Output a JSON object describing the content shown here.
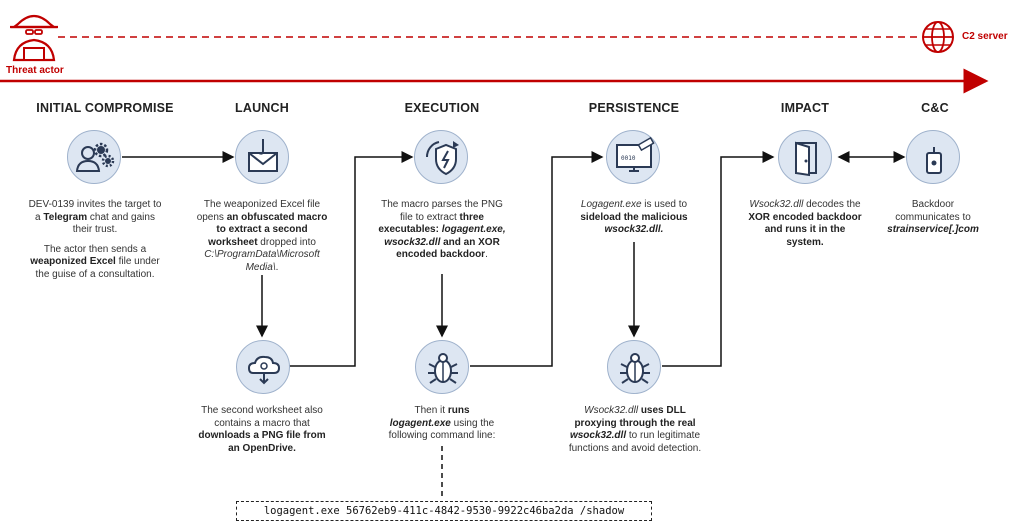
{
  "actors": {
    "threat_actor": "Threat actor",
    "c2_server": "C2 server"
  },
  "stages": {
    "initial": "INITIAL COMPROMISE",
    "launch": "LAUNCH",
    "execution": "EXECUTION",
    "persistence": "PERSISTENCE",
    "impact": "IMPACT",
    "cc": "C&C"
  },
  "descriptions": {
    "initial_p1": [
      {
        "t": "DEV-0139 invites the target to a ",
        "b": false
      },
      {
        "t": "Telegram",
        "b": true
      },
      {
        "t": " chat and gains their trust.",
        "b": false
      }
    ],
    "initial_p2": [
      {
        "t": "The actor then sends a ",
        "b": false
      },
      {
        "t": "weaponized Excel",
        "b": true
      },
      {
        "t": " file under the guise of a consultation.",
        "b": false
      }
    ],
    "launch_top": [
      {
        "t": "The weaponized Excel file opens ",
        "b": false
      },
      {
        "t": "an obfuscated macro to extract a second worksheet",
        "b": true
      },
      {
        "t": " dropped into ",
        "b": false
      },
      {
        "t": "C:\\ProgramData\\Microsoft Media\\",
        "i": true
      },
      {
        "t": ".",
        "b": false
      }
    ],
    "launch_bottom": [
      {
        "t": "The second worksheet also contains a macro that ",
        "b": false
      },
      {
        "t": "downloads a PNG file from an OpenDrive.",
        "b": true
      }
    ],
    "execution_top": [
      {
        "t": "The macro parses the PNG file to extract ",
        "b": false
      },
      {
        "t": "three executables: ",
        "b": true
      },
      {
        "t": "logagent.exe, wsock32.dll",
        "b": true,
        "i": true
      },
      {
        "t": " and an XOR encoded backdoor",
        "b": true
      },
      {
        "t": ".",
        "b": false
      }
    ],
    "execution_bottom": [
      {
        "t": "Then it ",
        "b": false
      },
      {
        "t": "runs ",
        "b": true
      },
      {
        "t": "logagent.exe",
        "b": true,
        "i": true
      },
      {
        "t": " using the following command line:",
        "b": false
      }
    ],
    "persistence_top": [
      {
        "t": "Logagent.exe",
        "i": true
      },
      {
        "t": " is used to ",
        "b": false
      },
      {
        "t": "sideload the malicious ",
        "b": true
      },
      {
        "t": "wsock32.dll.",
        "b": true,
        "i": true
      }
    ],
    "persistence_bottom": [
      {
        "t": "Wsock32.dll",
        "i": true
      },
      {
        "t": " uses DLL proxying through the real ",
        "b": true
      },
      {
        "t": "wsock32.dll",
        "b": true,
        "i": true
      },
      {
        "t": " to run legitimate functions and avoid detection.",
        "b": false
      }
    ],
    "impact": [
      {
        "t": "Wsock32.dll",
        "i": true
      },
      {
        "t": " decodes the ",
        "b": false
      },
      {
        "t": "XOR encoded backdoor and runs it in the system.",
        "b": true
      }
    ],
    "cc": [
      {
        "t": "Backdoor communicates to ",
        "b": false
      },
      {
        "t": "strainservice[.]com",
        "b": true,
        "i": true
      }
    ]
  },
  "command_line": "logagent.exe 56762eb9-411c-4842-9530-9922c46ba2da /shadow",
  "icons": {
    "threat_actor": "hacker-icon",
    "c2": "globe-icon",
    "initial": "user-gears-icon",
    "launch": "envelope-hook-icon",
    "execution": "shield-bolt-icon",
    "persistence": "monitor-code-icon",
    "impact": "door-icon",
    "cc": "router-icon",
    "download": "cloud-download-icon",
    "bug": "bug-icon"
  },
  "colors": {
    "accent_red": "#c00000",
    "icon_fill": "#dde6f2",
    "icon_stroke": "#2b3a55"
  }
}
